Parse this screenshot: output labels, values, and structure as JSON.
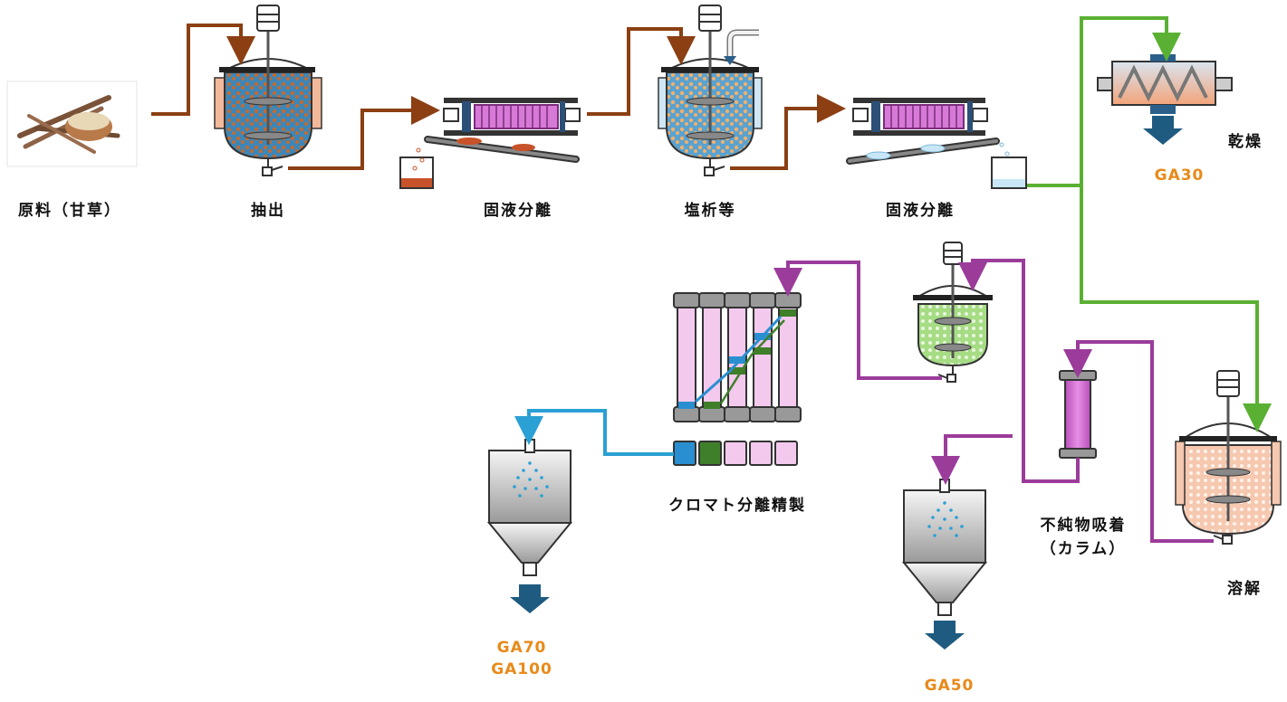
{
  "labels": {
    "raw_material": "原料（甘草）",
    "extraction": "抽出",
    "separation1": "固液分離",
    "salting_out": "塩析等",
    "separation2": "固液分離",
    "drying": "乾燥",
    "dissolve": "溶解",
    "impurity_line1": "不純物吸着",
    "impurity_line2": "（カラム）",
    "chromatography": "クロマト分離精製"
  },
  "products": {
    "ga30": "GA30",
    "ga50": "GA50",
    "ga70": "GA70",
    "ga100": "GA100"
  },
  "colors": {
    "brown_pipe": "#8b3f12",
    "green_pipe": "#5ab032",
    "purple_pipe": "#9b3c9b",
    "blue_pipe": "#2aa0d4",
    "product_orange": "#e88a1a",
    "arrow_navy": "#1f5b80"
  }
}
